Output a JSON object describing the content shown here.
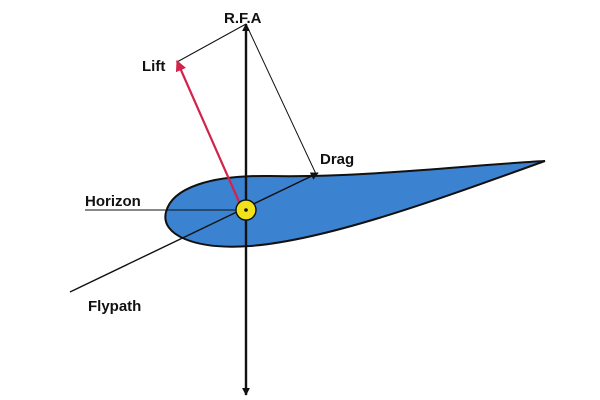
{
  "labels": {
    "rfa": "R.F.A",
    "lift": "Lift",
    "drag": "Drag",
    "horizon": "Horizon",
    "flypath": "Flypath"
  },
  "colors": {
    "airfoil_fill": "#3b82d0",
    "airfoil_stroke": "#111111",
    "lift_arrow": "#d2234b",
    "center_marker": "#f2e21a",
    "lines": "#111111",
    "background": "#ffffff"
  }
}
